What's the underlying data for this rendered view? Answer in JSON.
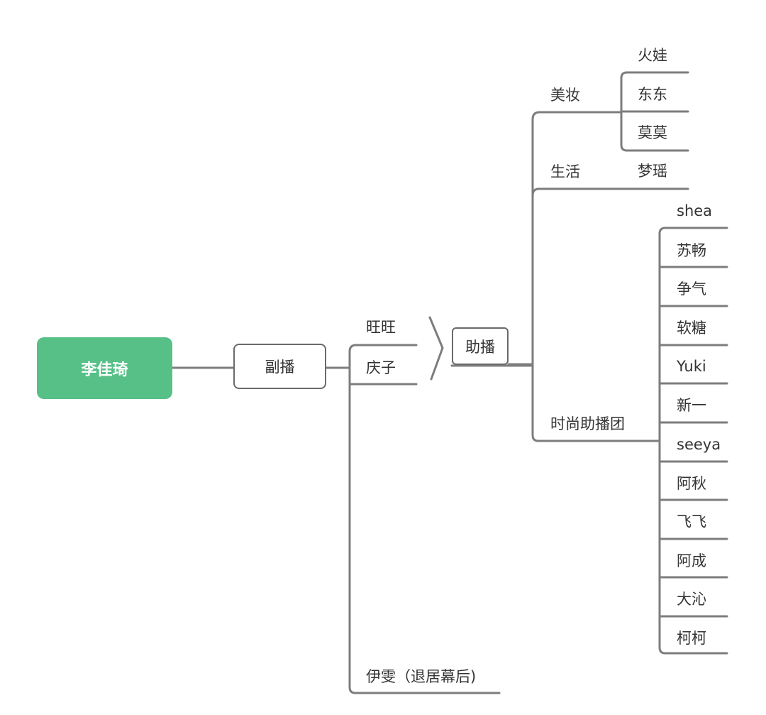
{
  "root": {
    "label": "李佳琦",
    "color": "#56c087"
  },
  "level1": {
    "label": "副播"
  },
  "fubo_children": {
    "wangwang": "旺旺",
    "qingzi": "庆子",
    "yiwen": "伊雯（退居幕后)"
  },
  "zhubo": {
    "label": "助播"
  },
  "categories": {
    "meizhuang": {
      "label": "美妆",
      "members": [
        "火娃",
        "东东",
        "莫莫"
      ]
    },
    "shenghuo": {
      "label": "生活",
      "members": [
        "梦瑶"
      ]
    },
    "shishang": {
      "label": "时尚助播团",
      "members": [
        "shea",
        "苏畅",
        "争气",
        "软糖",
        "Yuki",
        "新一",
        "seeya",
        "阿秋",
        "飞飞",
        "阿成",
        "大沁",
        "柯柯"
      ]
    }
  },
  "colors": {
    "line": "#7d7d7d",
    "text": "#333333",
    "root_fill": "#56c087",
    "root_text": "#ffffff"
  }
}
